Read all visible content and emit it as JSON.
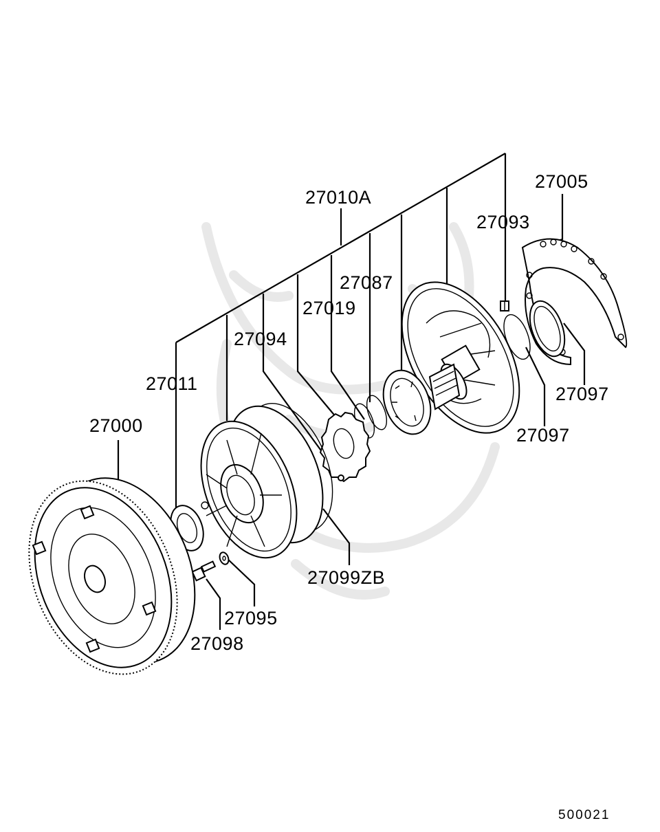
{
  "labels": {
    "l27010A": "27010A",
    "l27005": "27005",
    "l27093": "27093",
    "l27087": "27087",
    "l27019": "27019",
    "l27094": "27094",
    "l27011": "27011",
    "l27000": "27000",
    "l27097a": "27097",
    "l27097b": "27097",
    "l27099ZB": "27099ZB",
    "l27095": "27095",
    "l27098": "27098"
  },
  "diagram_ref": "500021"
}
